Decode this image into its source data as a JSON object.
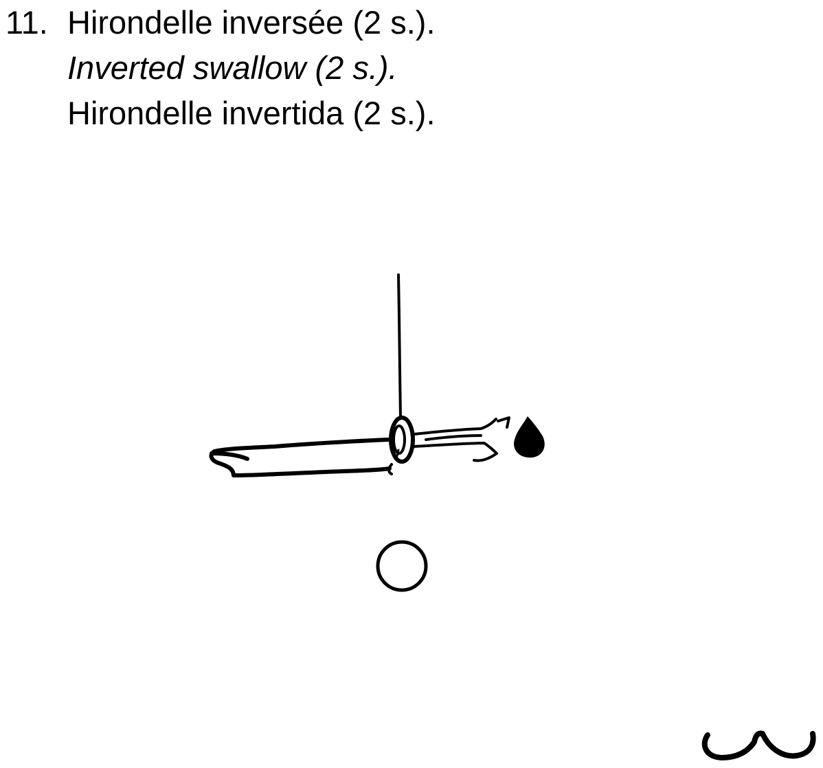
{
  "exercise": {
    "number": "11.",
    "title_fr": "Hirondelle inversée (2 s.).",
    "title_en": "Inverted swallow (2 s.).",
    "title_es": "Hirondelle invertida (2 s.)."
  },
  "illustration": {
    "subject": "gymnast-inverted-swallow-on-rings",
    "ink_color": "#000000",
    "background": "#ffffff"
  }
}
